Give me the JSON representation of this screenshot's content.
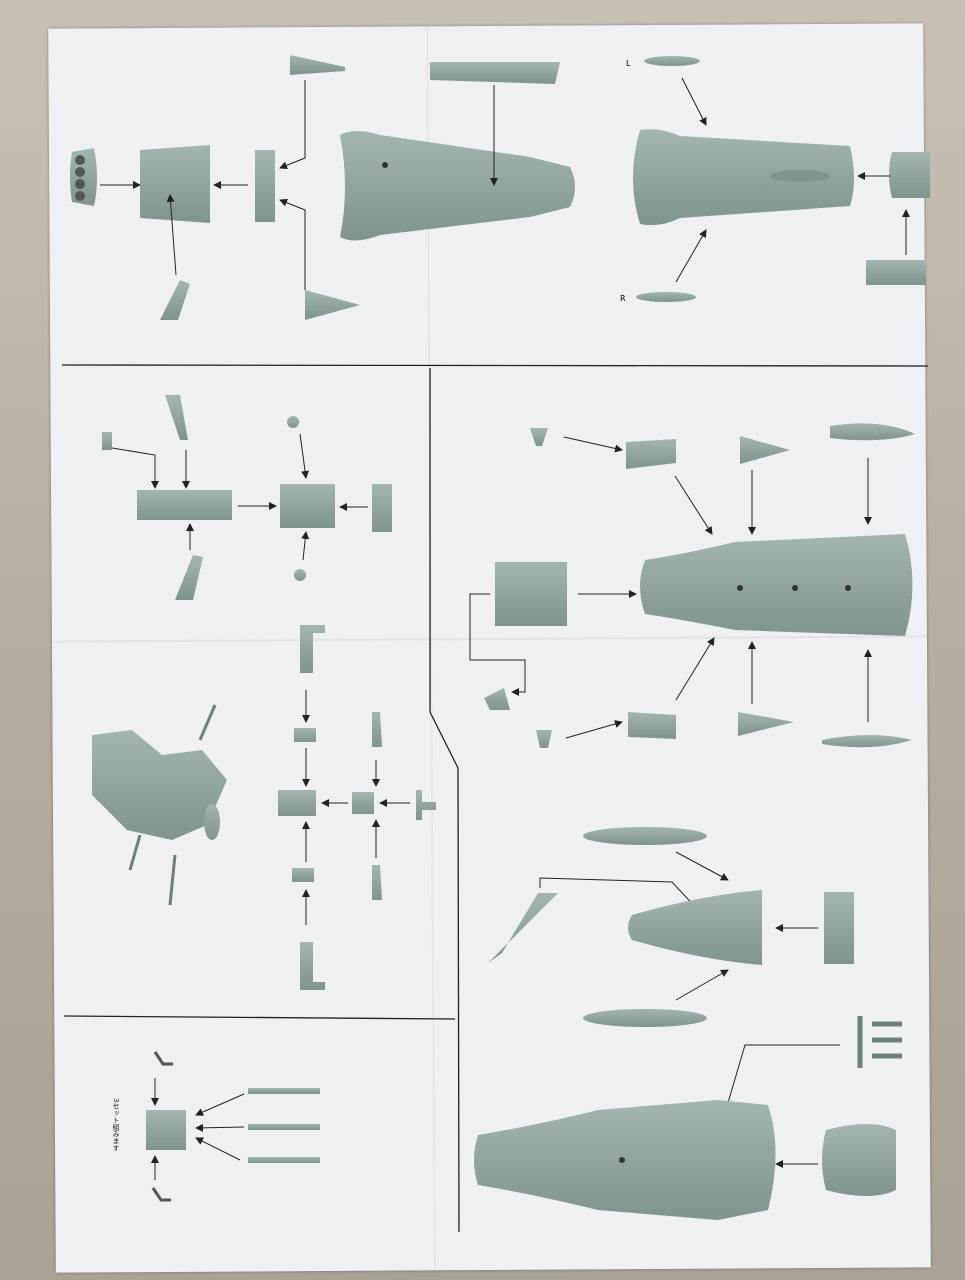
{
  "colors": {
    "paper": "#eef0f4",
    "part": "#93a6a0",
    "part_dark": "#6d817a",
    "line": "#222222",
    "table": "#b9b3a7"
  },
  "labels": {
    "left_pontoon": "L",
    "right_pontoon": "R"
  },
  "note": {
    "cannon_assembly": "3セット組みます"
  },
  "icons": [
    "arrow-icon",
    "part-icon"
  ]
}
